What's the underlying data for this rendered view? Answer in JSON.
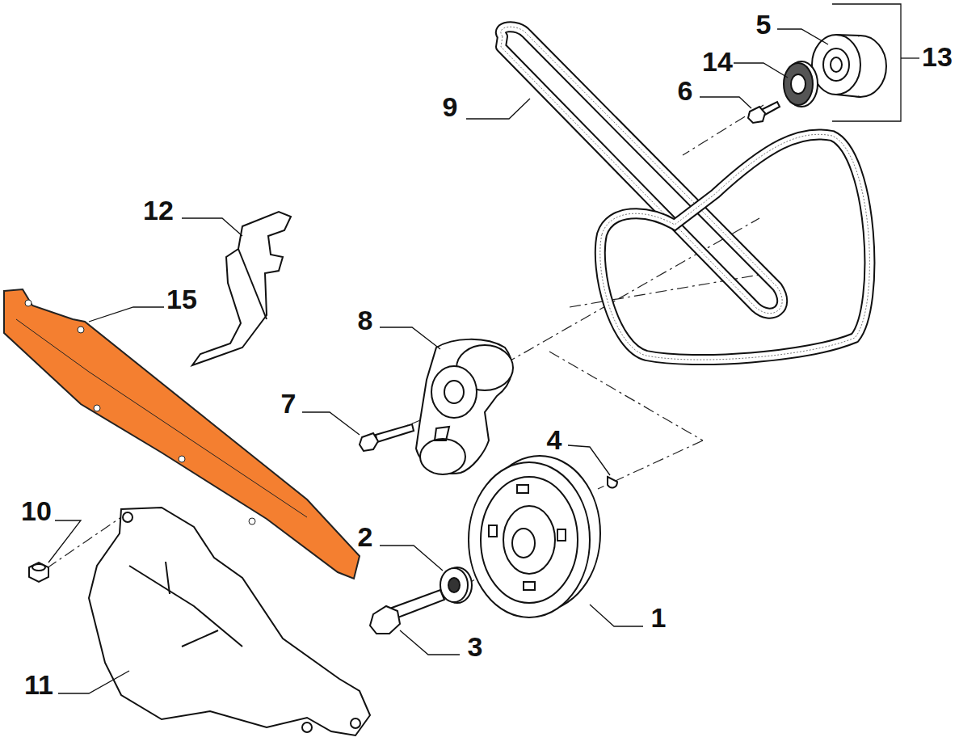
{
  "diagram": {
    "labels": [
      "5",
      "13",
      "14",
      "6",
      "9",
      "12",
      "15",
      "8",
      "7",
      "4",
      "10",
      "2",
      "1",
      "3",
      "11"
    ]
  }
}
